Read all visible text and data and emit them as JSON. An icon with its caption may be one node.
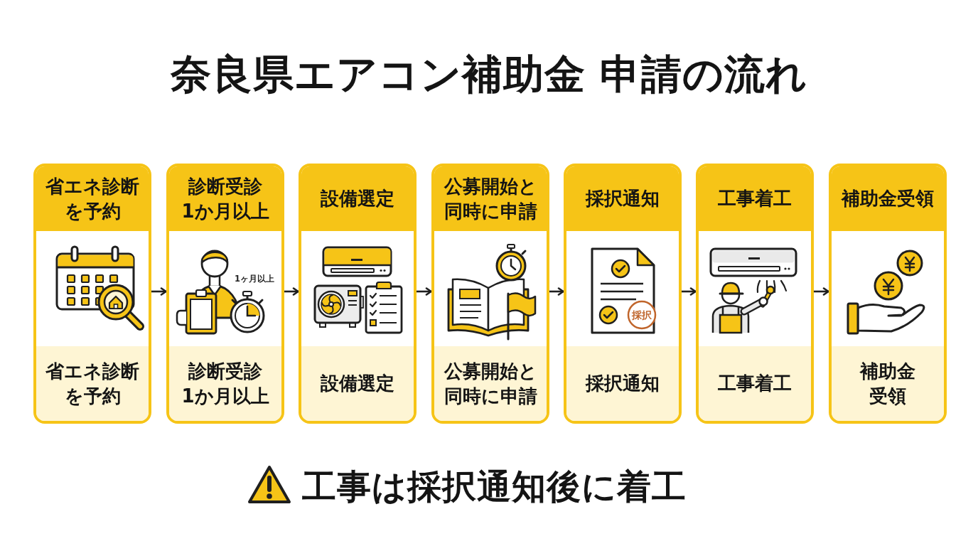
{
  "diagram": {
    "title": "奈良県エアコン補助金 申請の流れ",
    "nodes": [
      {
        "text": [
          "省エネ診断を予約",
          "省エネ診断を予約"
        ]
      },
      {
        "text": [
          "診断受診1か月以上",
          "診断受診1か月以上"
        ]
      },
      {
        "text": [
          "設備選定",
          "設備選定"
        ]
      },
      {
        "text": [
          "公募開始と同時に申請",
          "公募開始と同時に申請"
        ]
      },
      {
        "text": [
          "採択通知",
          "採択通知"
        ]
      },
      {
        "text": [
          "工事着工",
          "工事着工"
        ]
      },
      {
        "text": [
          "補助金受領",
          "補助金受領"
        ]
      }
    ],
    "edges": [
      {
        "from": 0,
        "to": 1,
        "arrow": "to"
      },
      {
        "from": 1,
        "to": 2,
        "arrow": "to"
      },
      {
        "from": 2,
        "to": 3,
        "arrow": "to"
      },
      {
        "from": 3,
        "to": 4,
        "arrow": "to"
      },
      {
        "from": 4,
        "to": 5,
        "arrow": "to"
      },
      {
        "from": 5,
        "to": 6,
        "arrow": "to"
      }
    ],
    "labels": [
      "1ヶ月以上",
      "採択",
      "工事は採択通知後に着工"
    ]
  }
}
